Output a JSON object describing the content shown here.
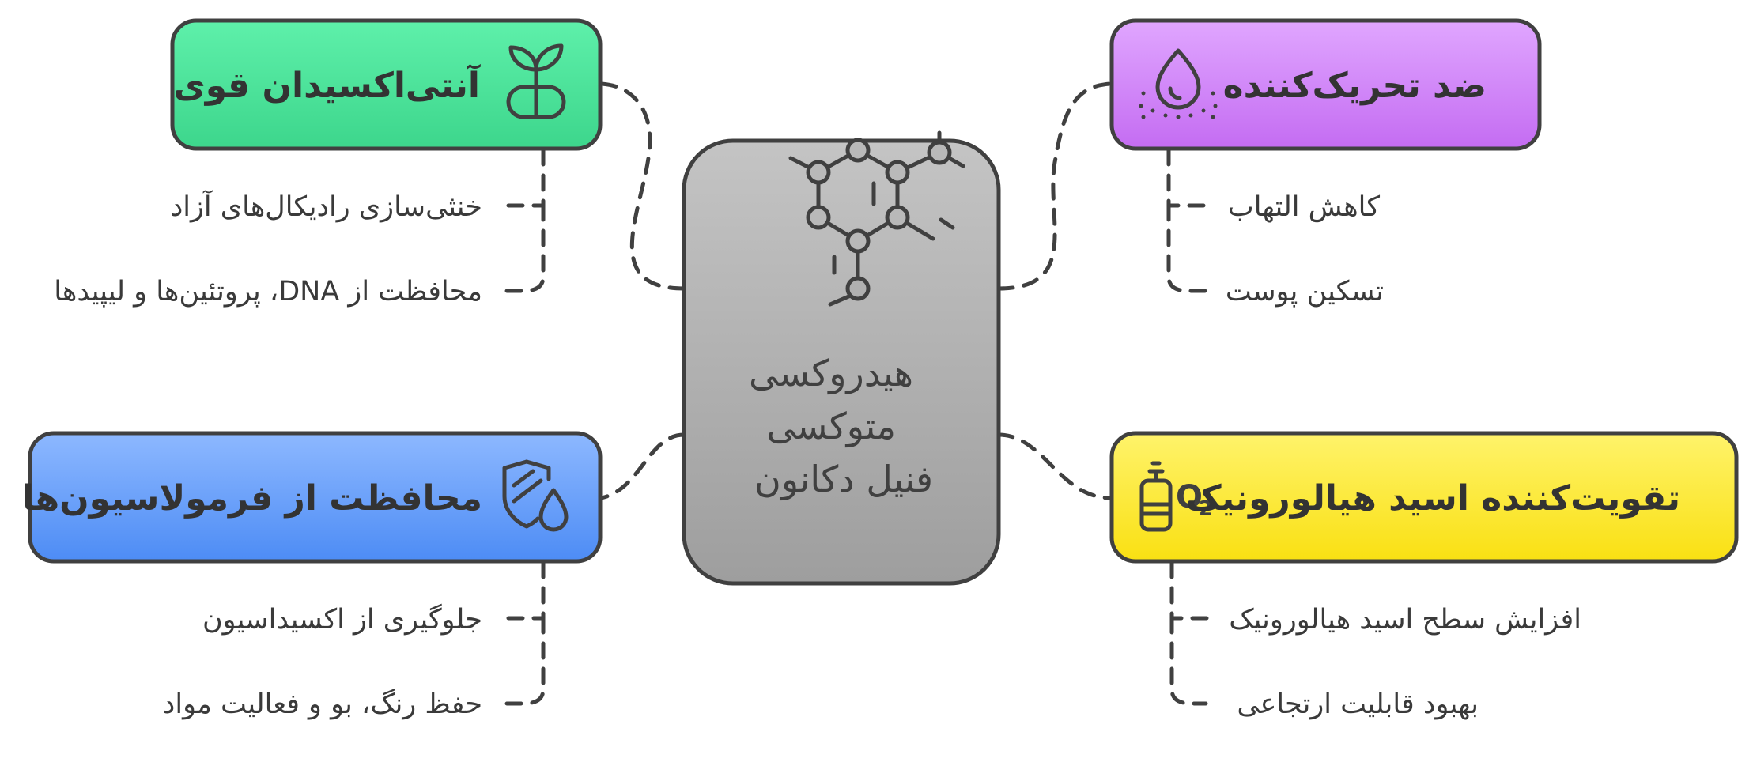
{
  "center": {
    "lines": [
      "هیدروکسی",
      "متوکسی",
      "فنیل دکانون"
    ]
  },
  "nodes": {
    "antioxidant": {
      "title": "آنتی‌اکسیدان قوی",
      "icon": "sprout-icon",
      "color_top": "#5ef0aa",
      "color_bottom": "#3dd68c",
      "items": [
        "خنثی‌سازی رادیکال‌های آزاد",
        "محافظت از DNA، پروتئین‌ها و لیپیدها"
      ]
    },
    "anti_irritant": {
      "title": "ضد تحریک‌کننده",
      "icon": "water-drop-spray-icon",
      "color_top": "#e0a6ff",
      "color_bottom": "#c46cf2",
      "items": [
        "کاهش التهاب",
        "تسکین پوست"
      ]
    },
    "formulation_protection": {
      "title": "محافظت از فرمولاسیون‌ها",
      "icon": "shield-drop-icon",
      "color_top": "#8db8ff",
      "color_bottom": "#4d8cf5",
      "items": [
        "جلوگیری از اکسیداسیون",
        "حفظ رنگ، بو و فعالیت مواد"
      ]
    },
    "hyaluronic_booster": {
      "title": "تقویت‌کننده اسید هیالورونیک",
      "icon": "oxygen-tank-icon",
      "color_top": "#fff36b",
      "color_bottom": "#f9e012",
      "items": [
        "افزایش سطح اسید هیالورونیک",
        "بهبود قابلیت ارتجاعی"
      ]
    }
  },
  "icons": {
    "center": "molecule-icon"
  },
  "colors": {
    "outline": "#404040",
    "center_top": "#c4c4c4",
    "center_bottom": "#9e9e9e"
  }
}
